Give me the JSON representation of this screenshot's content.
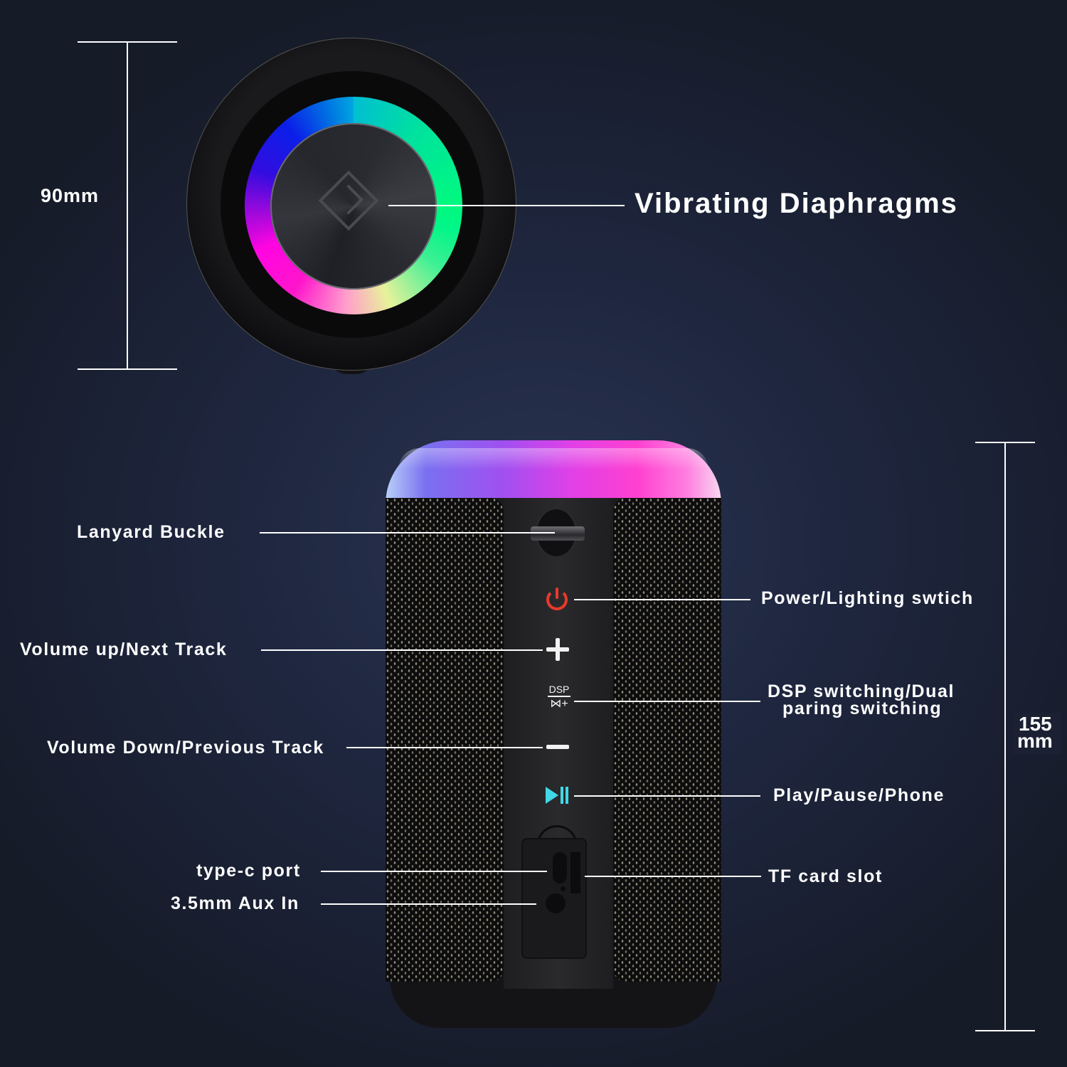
{
  "top_view": {
    "dimension_label": "90mm",
    "callout": "Vibrating Diaphragms"
  },
  "side_view": {
    "dimension_label_line1": "155",
    "dimension_label_line2": "mm",
    "callouts_left": {
      "lanyard": "Lanyard Buckle",
      "volume_up": "Volume up/Next Track",
      "volume_down": "Volume Down/Previous Track",
      "typec": "type-c port",
      "aux": "3.5mm Aux In"
    },
    "callouts_right": {
      "power": "Power/Lighting swtich",
      "dsp_line1": "DSP switching/Dual",
      "dsp_line2": "paring switching",
      "play": "Play/Pause/Phone",
      "tf": "TF card slot"
    },
    "buttons": {
      "dsp_text": "DSP",
      "dsp_glyph": "⋈+"
    }
  },
  "colors": {
    "background": "#1f2740",
    "power_icon": "#e83a2a",
    "play_icon": "#40d8e8",
    "text": "#ffffff"
  }
}
